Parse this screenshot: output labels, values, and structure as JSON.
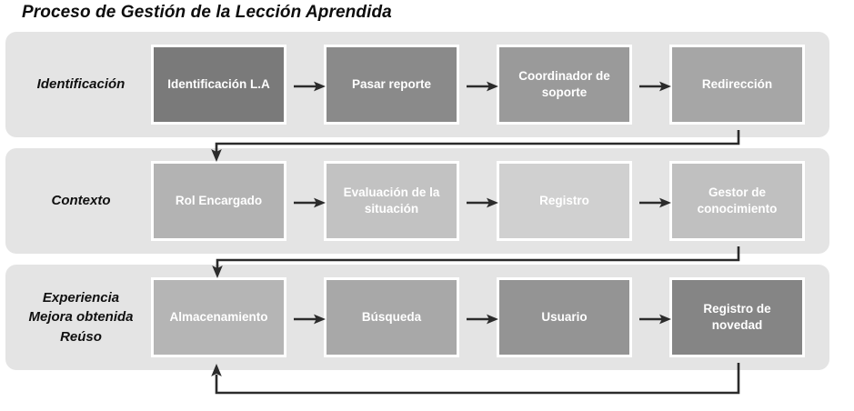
{
  "title": "Proceso de Gestión de la Lección Aprendida",
  "colors": {
    "row_background": "#e4e4e4",
    "page_background": "#ffffff",
    "box_border": "#ffffff",
    "box_text": "#ffffff",
    "label_text": "#101010",
    "connector": "#2b2b2b"
  },
  "rows": [
    {
      "id": "identificacion",
      "label_lines": [
        "Identificación"
      ],
      "boxes": [
        {
          "label": "Identificación L.A",
          "fill": "#7a7a7a"
        },
        {
          "label": "Pasar reporte",
          "fill": "#8a8a8a"
        },
        {
          "label": "Coordinador de soporte",
          "fill": "#9a9a9a"
        },
        {
          "label": "Redirección",
          "fill": "#a6a6a6"
        }
      ]
    },
    {
      "id": "contexto",
      "label_lines": [
        "Contexto"
      ],
      "boxes": [
        {
          "label": "Rol Encargado",
          "fill": "#b3b3b3"
        },
        {
          "label": "Evaluación de la situación",
          "fill": "#c2c2c2"
        },
        {
          "label": "Registro",
          "fill": "#d0d0d0"
        },
        {
          "label": "Gestor de conocimiento",
          "fill": "#c0c0c0"
        }
      ]
    },
    {
      "id": "experiencia",
      "label_lines": [
        "Experiencia",
        "Mejora obtenida",
        "Reúso"
      ],
      "boxes": [
        {
          "label": "Almacenamiento",
          "fill": "#b5b5b5"
        },
        {
          "label": "Búsqueda",
          "fill": "#a8a8a8"
        },
        {
          "label": "Usuario",
          "fill": "#949494"
        },
        {
          "label": "Registro de novedad",
          "fill": "#858585"
        }
      ]
    }
  ],
  "connectors": [
    {
      "name": "redireccion-to-rol-encargado",
      "from": "Redirección",
      "to": "Rol Encargado",
      "kind": "down-left-elbow"
    },
    {
      "name": "gestor-to-almacenamiento",
      "from": "Gestor de conocimiento",
      "to": "Almacenamiento",
      "kind": "down-left-elbow"
    },
    {
      "name": "registro-novedad-feedback",
      "from": "Registro de novedad",
      "to": "Almacenamiento",
      "kind": "feedback-loop-up"
    }
  ],
  "flow_arrows": [
    {
      "name": "arrow-1",
      "direction": "right"
    },
    {
      "name": "arrow-2",
      "direction": "right"
    },
    {
      "name": "arrow-3",
      "direction": "right"
    }
  ]
}
